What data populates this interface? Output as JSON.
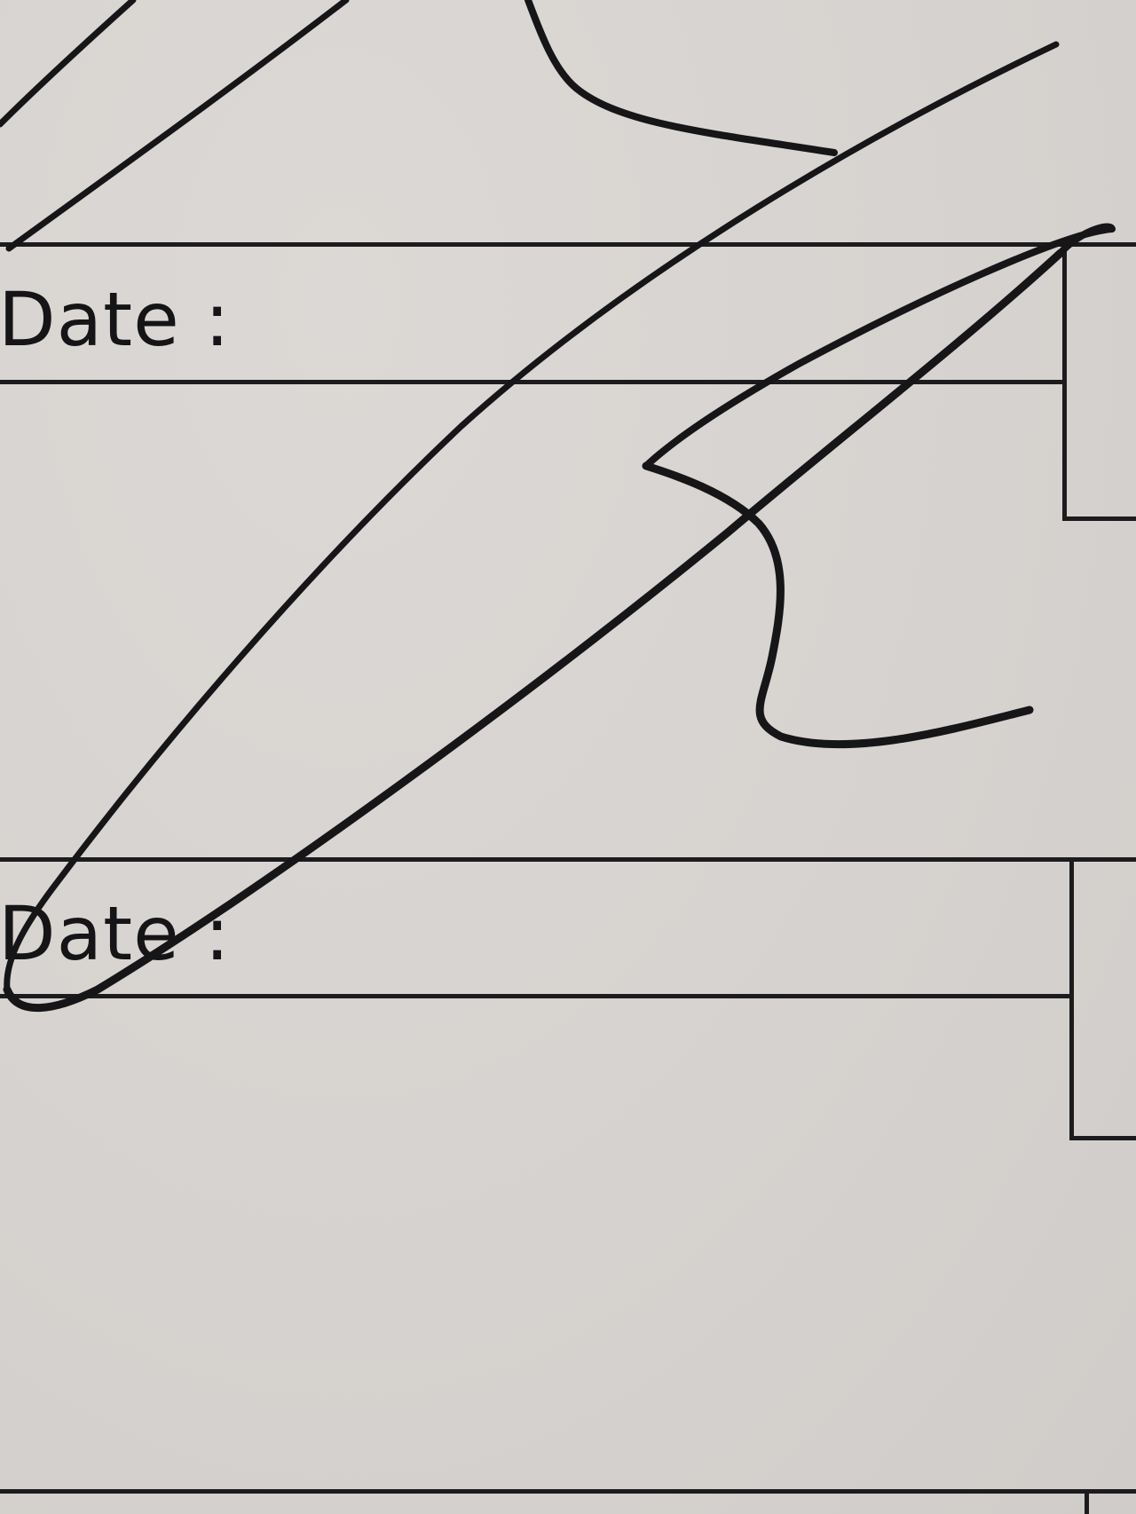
{
  "form": {
    "rows": [
      {
        "label": "Date :"
      },
      {
        "label": "Date :"
      }
    ]
  },
  "signature": {
    "name": "handwritten-signature",
    "ink_color": "#161518"
  },
  "paper": {
    "color": "#d9d5d2"
  }
}
